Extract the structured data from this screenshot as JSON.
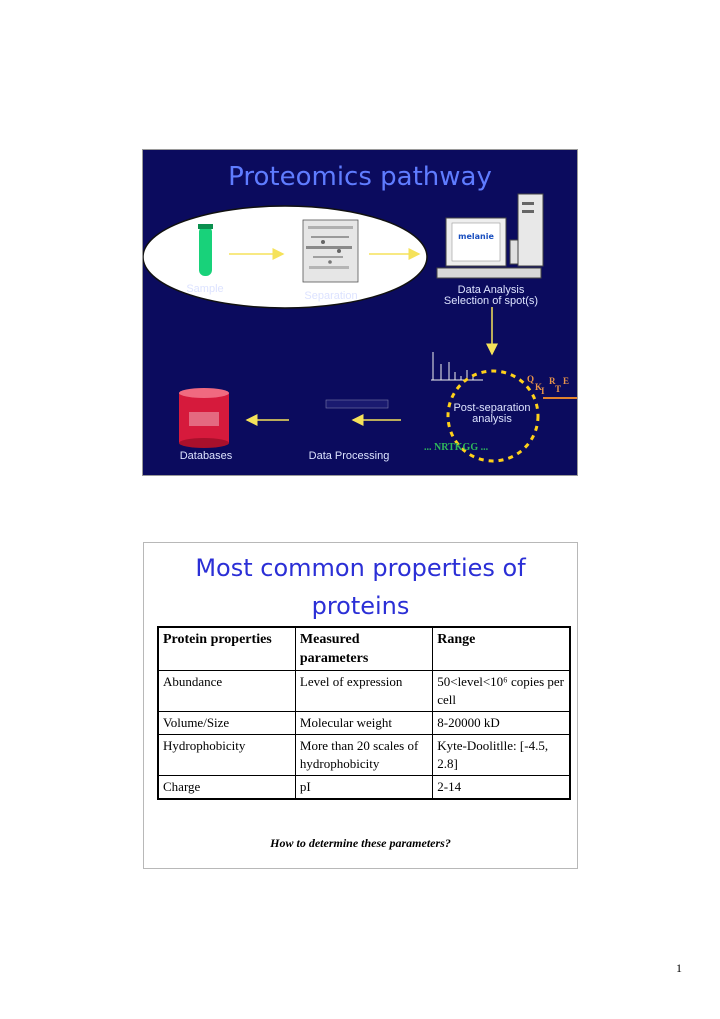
{
  "slide1": {
    "title": "Proteomics pathway",
    "labels": {
      "sample": "Sample",
      "separation": "Separation",
      "data_analysis": "Data Analysis",
      "selection": "Selection of spot(s)",
      "post_separation": "Post-separation",
      "analysis": "analysis",
      "databases": "Databases",
      "data_processing": "Data Processing"
    },
    "software_logo": "melanie",
    "sequence_letters": [
      "Q",
      "K",
      "I",
      "R",
      "T",
      "E"
    ],
    "peptide_sequence": "... NRTKGG ...",
    "colors": {
      "background": "#0b0b5e",
      "title": "#5f7cff",
      "arrow": "#f5e25a",
      "circle_dash": "#ffd11a",
      "tube": "#18d27a",
      "database": "#d61a3c"
    }
  },
  "slide2": {
    "title_line1": "Most common properties of",
    "title_line2": "proteins",
    "table": {
      "headers": [
        "Protein properties",
        "Measured parameters",
        "Range"
      ],
      "rows": [
        [
          "Abundance",
          "Level of expression",
          "50<level<10⁶ copies per cell"
        ],
        [
          "Volume/Size",
          "Molecular weight",
          "8-20000 kD"
        ],
        [
          "Hydrophobicity",
          "More than 20 scales of hydrophobicity",
          "Kyte-Doolitlle: [-4.5, 2.8]"
        ],
        [
          "Charge",
          "pI",
          "2-14"
        ]
      ]
    },
    "question": "How to determine these parameters?"
  },
  "page_number": "1"
}
